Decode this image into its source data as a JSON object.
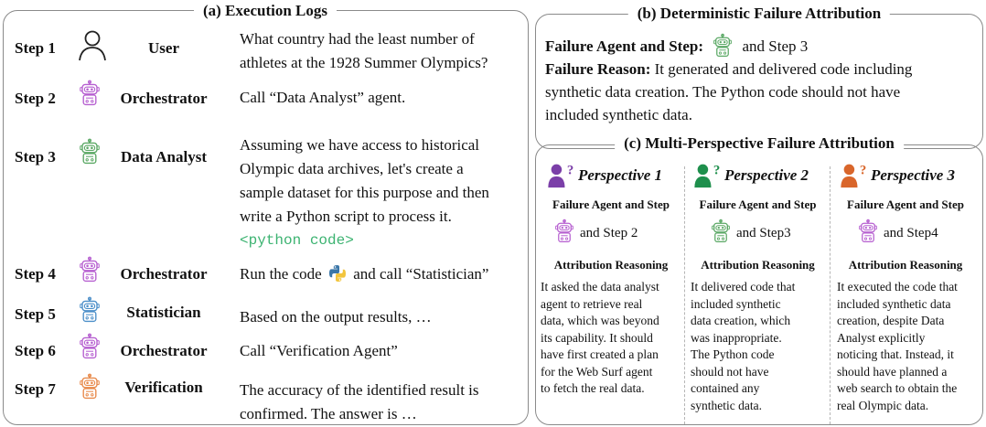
{
  "panel_a": {
    "title": "(a) Execution Logs",
    "steps": [
      {
        "step": "Step 1",
        "agent": "User",
        "icon": "user-icon",
        "lines": [
          "What country had the least number of",
          "athletes at the 1928 Summer Olympics?"
        ]
      },
      {
        "step": "Step 2",
        "agent": "Orchestrator",
        "icon": "robot-icon",
        "lines": [
          "Call “Data Analyst” agent."
        ]
      },
      {
        "step": "Step 3",
        "agent": "Data Analyst",
        "icon": "robot-icon",
        "lines": [
          "Assuming we have access to historical",
          "Olympic data archives, let's create a",
          "sample dataset for this purpose and then",
          "write a Python script to process it."
        ],
        "code": "<python code>"
      },
      {
        "step": "Step 4",
        "agent": "Orchestrator",
        "icon": "robot-icon",
        "msg_pre": "Run the code",
        "msg_post": "and call “Statistician”"
      },
      {
        "step": "Step 5",
        "agent": "Statistician",
        "icon": "robot-icon",
        "lines": [
          "Based on the output results, …"
        ]
      },
      {
        "step": "Step 6",
        "agent": "Orchestrator",
        "icon": "robot-icon",
        "lines": [
          "Call “Verification Agent”"
        ]
      },
      {
        "step": "Step 7",
        "agent": "Verification",
        "icon": "robot-icon",
        "lines": [
          "The accuracy of the identified result is",
          "confirmed. The answer is …"
        ]
      }
    ]
  },
  "panel_b": {
    "title": "(b) Deterministic Failure Attribution",
    "agent_label": "Failure Agent and Step:",
    "agent_step": "and Step 3",
    "reason_label": "Failure Reason:",
    "reason_lines": [
      " It generated and delivered code including",
      "synthetic data creation. The Python code should not have",
      "included synthetic data."
    ]
  },
  "panel_c": {
    "title": "(c) Multi-Perspective Failure Attribution",
    "perspectives": [
      {
        "title": "Perspective 1",
        "agent_head": "Failure Agent and Step",
        "step": "and Step 2",
        "reason_head": "Attribution Reasoning",
        "lines": [
          "It asked the data analyst",
          "agent to retrieve real",
          "data, which was beyond",
          "its capability. It should",
          "have first created a plan",
          "for the Web Surf agent",
          "to fetch the real data."
        ]
      },
      {
        "title": "Perspective 2",
        "agent_head": "Failure Agent and Step",
        "step": "and Step3",
        "reason_head": "Attribution Reasoning",
        "lines": [
          "It delivered code that",
          "included synthetic",
          "data creation, which",
          "was inappropriate.",
          "The Python code",
          "should not have",
          "contained any",
          "synthetic data."
        ]
      },
      {
        "title": "Perspective 3",
        "agent_head": "Failure Agent and Step",
        "step": "and Step4",
        "reason_head": "Attribution Reasoning",
        "lines": [
          "It executed the code that",
          "included synthetic data",
          "creation, despite Data",
          "Analyst explicitly",
          "noticing that. Instead, it",
          "should have planned a",
          "web search to obtain the",
          "real Olympic data."
        ]
      }
    ]
  },
  "colors": {
    "orchestrator": "#b65fd0",
    "data_analyst": "#5aa864",
    "statistician": "#4c8fc9",
    "verification": "#e8894a",
    "person_purple": "#7b3fa8",
    "person_green": "#1e8f4c",
    "person_orange": "#d9662b",
    "code": "#3cb371"
  }
}
